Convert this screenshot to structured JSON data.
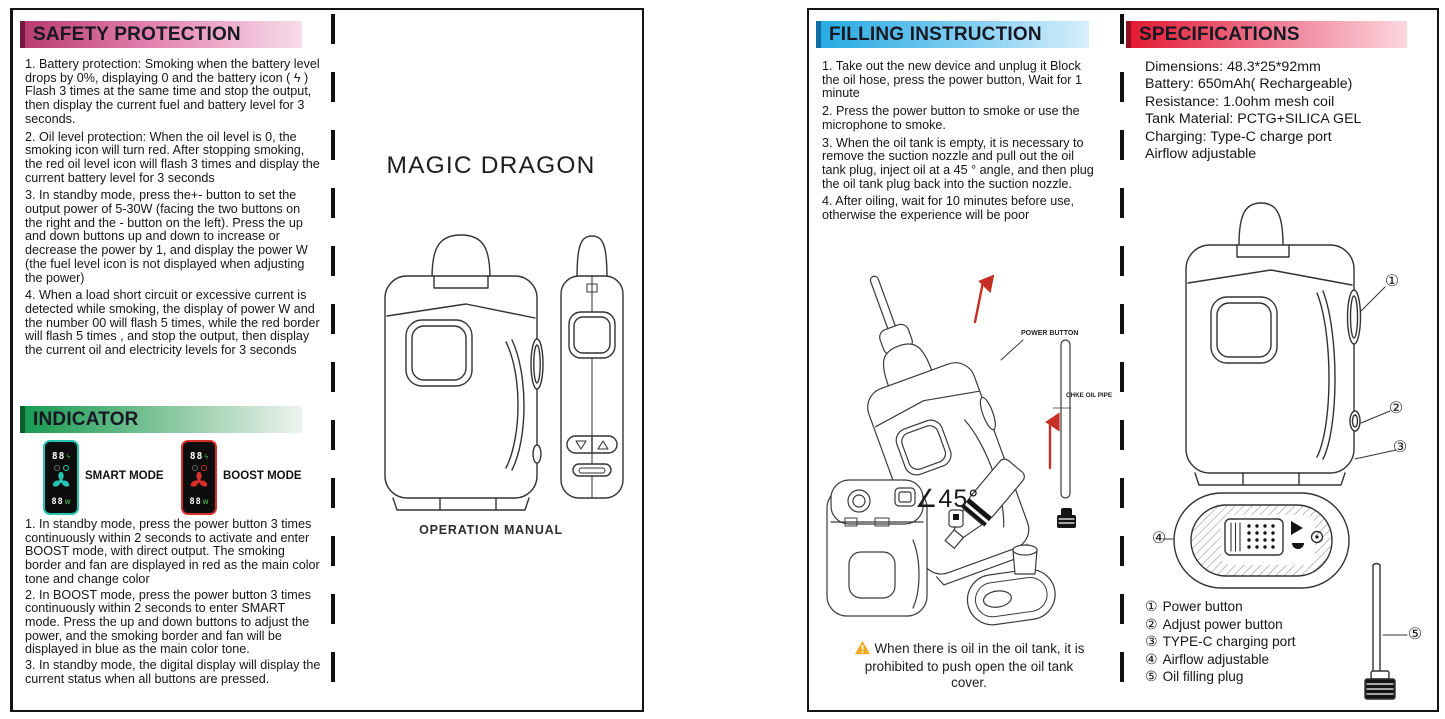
{
  "left": {
    "safety": {
      "title": "SAFETY PROTECTION",
      "items": [
        "1.  Battery protection: Smoking when the battery level drops by 0%, displaying 0 and the battery icon  ( ϟ )   Flash 3 times at the same time and stop the output, then display the current fuel and battery level for 3 seconds.",
        "2.  Oil level protection: When the oil level is 0, the smoking icon will turn red. After stopping smoking, the red oil level icon will flash 3 times and display the current battery level for 3 seconds",
        "3.  In standby mode, press the+- button to set the output power of 5-30W (facing the two buttons on the right and the - button on the left). Press the up and down buttons up and down to increase or decrease the power by 1, and display the power W (the fuel level icon is not displayed when adjusting the power)",
        "4.  When a load short circuit or excessive current is detected while smoking, the display of power W and the number 00 will flash 5 times, while the red border will flash 5 times , and stop the output, then display the current oil and electricity levels for 3 seconds"
      ]
    },
    "indicator": {
      "title": "INDICATOR",
      "smart_label": "SMART MODE",
      "boost_label": "BOOST MODE",
      "display_digits": "88",
      "w_mark": "W",
      "bolt_icon": "ϟ",
      "items": [
        "1.  In standby mode, press the power button 3 times continuously within 2 seconds to activate and enter BOOST mode, with direct output. The smoking border and fan are displayed in red as the main color tone and change color",
        "2.  In BOOST mode, press the power button 3 times continuously within 2 seconds to enter SMART mode. Press the up and down buttons to adjust the power, and the smoking border and fan will be displayed in blue as the main color tone.",
        "3.  In standby mode, the digital display will display the current status when all buttons are pressed."
      ]
    },
    "center": {
      "product_name": "MAGIC DRAGON",
      "manual_label": "OPERATION MANUAL"
    }
  },
  "right": {
    "filling": {
      "title": "FILLING INSTRUCTION",
      "items": [
        "1. Take out the new device and unplug it Block the oil hose, press the power button, Wait for 1 minute",
        "2. Press the power button to smoke or use the microphone to smoke.",
        "3. When the oil tank is empty, it is necessary to remove the suction nozzle and pull out the oil tank plug, inject oil at a 45 ° angle, and then plug the oil tank plug back into the suction nozzle.",
        "4. After oiling, wait for 10 minutes before use, otherwise the experience will be poor"
      ],
      "labels": {
        "power_button": "POWER BUTTON",
        "oil_pipe": "CHKE OIL PIPE",
        "angle": "∠45°"
      },
      "warning": "When there is oil in the oil tank, it is prohibited to push open the oil tank cover."
    },
    "specs": {
      "title": "SPECIFICATIONS",
      "lines": [
        "Dimensions: 48.3*25*92mm",
        "Battery: 650mAh( Rechargeable)",
        "Resistance: 1.0ohm mesh coil",
        "Tank Material: PCTG+SILICA GEL",
        "Charging: Type-C charge port",
        "Airflow adjustable"
      ],
      "callouts": {
        "c1": "①",
        "c2": "②",
        "c3": "③",
        "c4": "④",
        "c5": "⑤"
      },
      "legend": [
        {
          "num": "①",
          "label": "Power button"
        },
        {
          "num": "②",
          "label": "Adjust power button"
        },
        {
          "num": "③",
          "label": "TYPE-C charging port"
        },
        {
          "num": "④",
          "label": "Airflow adjustable"
        },
        {
          "num": "⑤",
          "label": "Oil filling plug"
        }
      ]
    }
  },
  "colors": {
    "safety_accent": "#b6396d",
    "indicator_accent": "#14994f",
    "filling_accent": "#24a9e1",
    "specs_accent": "#e21730",
    "smart_color": "#25c4b3",
    "boost_color": "#d6302b",
    "warning_color": "#f2a71b"
  }
}
